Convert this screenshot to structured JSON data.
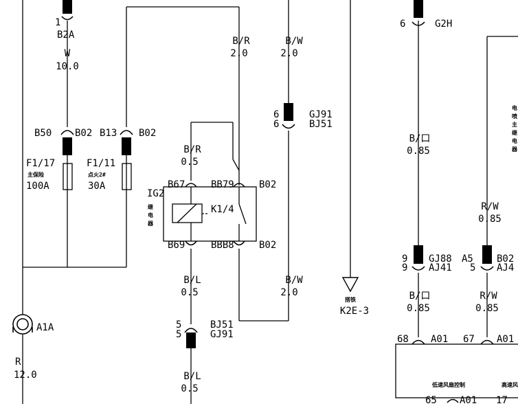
{
  "wires": [
    {
      "top": "B/R",
      "bottom": "2.0"
    },
    {
      "top": "B/W",
      "bottom": "2.0"
    },
    {
      "top": "W",
      "bottom": "10.0"
    },
    {
      "top": "B/R",
      "bottom": "0.5"
    },
    {
      "top": "B/L",
      "bottom": "0.5"
    },
    {
      "top": "B/W",
      "bottom": "2.0"
    },
    {
      "top": "B/L",
      "bottom": "0.5"
    },
    {
      "top": "B/口",
      "bottom": "0.85"
    },
    {
      "top": "R/W",
      "bottom": "0.85"
    },
    {
      "top": "B/口",
      "bottom": "0.85"
    },
    {
      "top": "R/W",
      "bottom": "0.85"
    },
    {
      "top": "R",
      "bottom": "12.0"
    }
  ],
  "connectors": {
    "b2a_pin": "1",
    "b2a": "B2A",
    "b50": "B50",
    "b02_a": "B02",
    "b13": "B13",
    "b02_b": "B02",
    "gj91_pin": "6",
    "bj51_pin": "6",
    "gj91": "GJ91",
    "bj51": "BJ51",
    "g2h_pin": "6",
    "g2h": "G2H",
    "b67": "B67",
    "b79": "BB79",
    "b02_c": "B02",
    "b69": "B69",
    "b88": "BBB8",
    "b02_d": "B02",
    "bj51_b_pin": "5",
    "gj91_b_pin": "5",
    "bj51_b": "BJ51",
    "gj91_b": "GJ91",
    "gj88_pin": "9",
    "aj41_pin": "9",
    "gj88": "GJ88",
    "aj41": "AJ41",
    "a5": "A5",
    "a5_pin": "5",
    "b02_e": "B02",
    "aj4": "AJ4",
    "a68_pin": "68",
    "a01_a": "A01",
    "a67_pin": "67",
    "a01_b": "A01",
    "a65_pin": "65",
    "a01_c": "A01",
    "a17_pin": "17",
    "a1a": "A1A"
  },
  "fuses": {
    "f1_id": "F1/17",
    "f1_name": "主保险",
    "f1_rating": "100A",
    "f2_id": "F1/11",
    "f2_name": "点火2#",
    "f2_rating": "30A"
  },
  "relay": {
    "id": "IG2",
    "name": "继电器",
    "contact": "K1/4"
  },
  "ground": {
    "name": "搭铁",
    "id": "K2E-3"
  },
  "ecu": {
    "side_label": "电喷主继电器",
    "low_fan": "低速风扇控制",
    "high_fan": "高速风扇"
  }
}
